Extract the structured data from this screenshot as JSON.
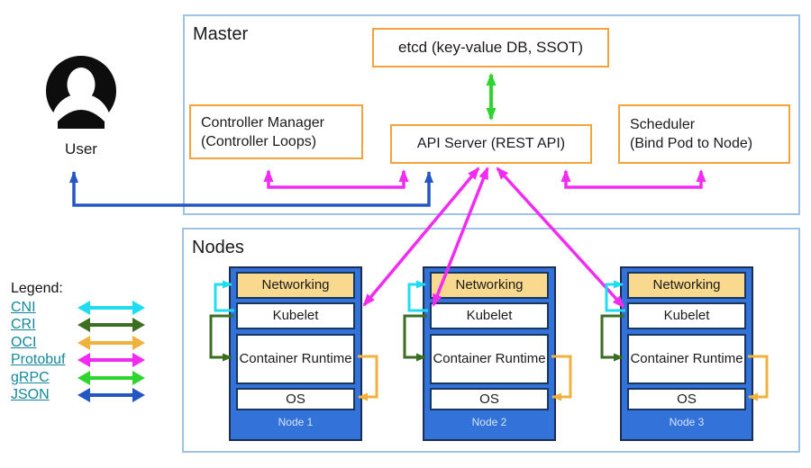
{
  "user": {
    "label": "User"
  },
  "master": {
    "title": "Master",
    "etcd_label": "etcd (key-value DB, SSOT)",
    "controller_manager_line1": "Controller Manager",
    "controller_manager_line2": "(Controller Loops)",
    "api_server_label": "API Server (REST API)",
    "scheduler_line1": "Scheduler",
    "scheduler_line2": "(Bind Pod to Node)"
  },
  "nodes": {
    "title": "Nodes",
    "items": [
      {
        "name": "Node 1",
        "layers": {
          "networking": "Networking",
          "kubelet": "Kubelet",
          "runtime": "Container Runtime",
          "os": "OS"
        }
      },
      {
        "name": "Node 2",
        "layers": {
          "networking": "Networking",
          "kubelet": "Kubelet",
          "runtime": "Container Runtime",
          "os": "OS"
        }
      },
      {
        "name": "Node 3",
        "layers": {
          "networking": "Networking",
          "kubelet": "Kubelet",
          "runtime": "Container Runtime",
          "os": "OS"
        }
      }
    ]
  },
  "legend": {
    "title": "Legend:",
    "items": [
      {
        "label": "CNI",
        "color": "#1fdcf0"
      },
      {
        "label": "CRI",
        "color": "#3c6e21"
      },
      {
        "label": "OCI",
        "color": "#f0b23c"
      },
      {
        "label": "Protobuf",
        "color": "#f22bf2"
      },
      {
        "label": "gRPC",
        "color": "#2fd52f"
      },
      {
        "label": "JSON",
        "color": "#2456c4"
      }
    ]
  },
  "connections": [
    {
      "from": "User",
      "to": "API Server",
      "protocol": "JSON",
      "bidirectional": true,
      "color": "#2456c4"
    },
    {
      "from": "etcd",
      "to": "API Server",
      "protocol": "gRPC",
      "bidirectional": true,
      "color": "#2fd52f"
    },
    {
      "from": "Controller Manager",
      "to": "API Server",
      "protocol": "Protobuf",
      "bidirectional": true,
      "color": "#f22bf2"
    },
    {
      "from": "Scheduler",
      "to": "API Server",
      "protocol": "Protobuf",
      "bidirectional": true,
      "color": "#f22bf2"
    },
    {
      "from": "Kubelet (Node 1)",
      "to": "API Server",
      "protocol": "Protobuf",
      "bidirectional": true,
      "color": "#f22bf2"
    },
    {
      "from": "Kubelet (Node 2)",
      "to": "API Server",
      "protocol": "Protobuf",
      "bidirectional": true,
      "color": "#f22bf2"
    },
    {
      "from": "Kubelet (Node 3)",
      "to": "API Server",
      "protocol": "Protobuf",
      "bidirectional": true,
      "color": "#f22bf2"
    },
    {
      "from": "Kubelet",
      "to": "Networking",
      "protocol": "CNI",
      "bidirectional": false,
      "color": "#1fdcf0"
    },
    {
      "from": "Kubelet",
      "to": "Container Runtime",
      "protocol": "CRI",
      "bidirectional": false,
      "color": "#3c6e21"
    },
    {
      "from": "Container Runtime",
      "to": "OS",
      "protocol": "OCI",
      "bidirectional": false,
      "color": "#f0b23c"
    }
  ],
  "colors": {
    "container_border": "#9cc3e6",
    "component_border": "#f2a33c",
    "node_fill": "#3372d8",
    "node_border": "#1b2f55",
    "networking_fill": "#f9d98d",
    "node_label_text": "#d6e4f7",
    "legend_link_text": "#14889a"
  }
}
